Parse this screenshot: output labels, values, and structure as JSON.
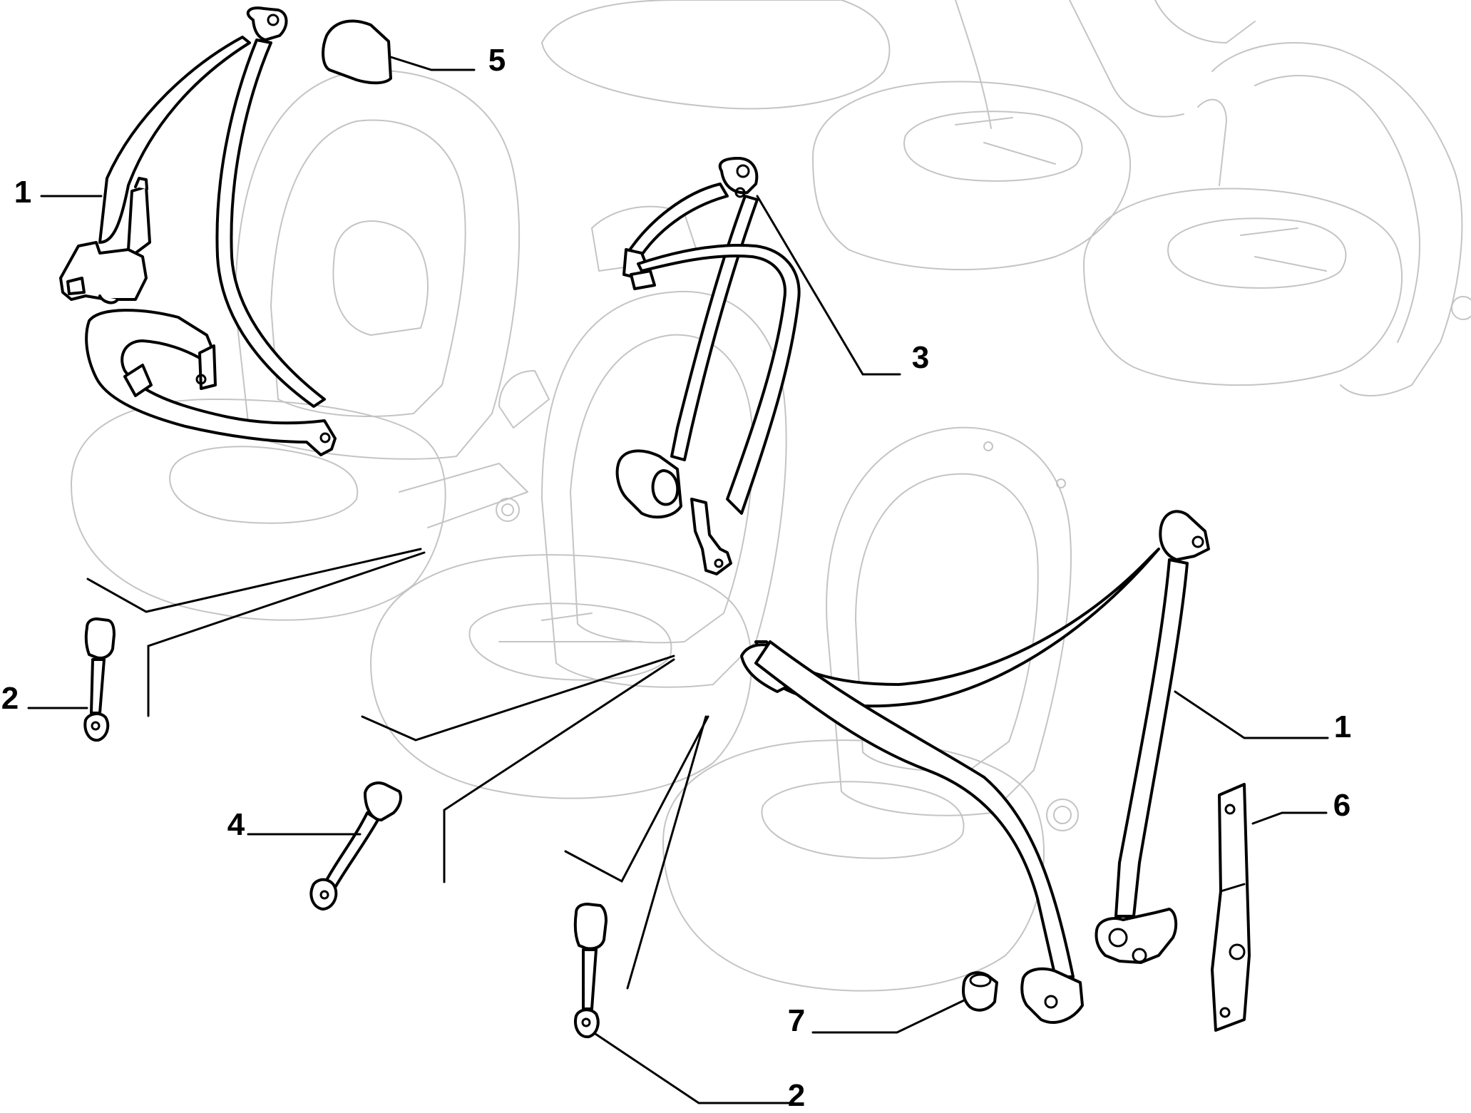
{
  "diagram": {
    "callouts": [
      {
        "id": "c1a",
        "label": "1"
      },
      {
        "id": "c5",
        "label": "5"
      },
      {
        "id": "c3",
        "label": "3"
      },
      {
        "id": "c1b",
        "label": "1"
      },
      {
        "id": "c2a",
        "label": "2"
      },
      {
        "id": "c4",
        "label": "4"
      },
      {
        "id": "c6",
        "label": "6"
      },
      {
        "id": "c7",
        "label": "7"
      },
      {
        "id": "c2b",
        "label": "2"
      }
    ],
    "colors": {
      "parts": "#000000",
      "seats": "#c4c4c4",
      "background": "#ffffff"
    }
  }
}
